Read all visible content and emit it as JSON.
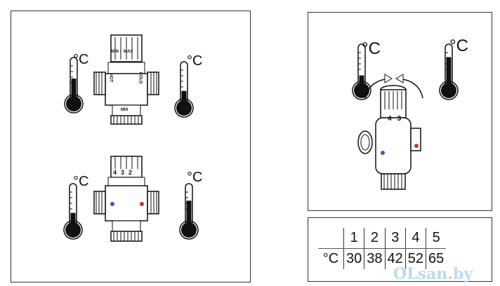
{
  "unit": "°C",
  "valve_labels": {
    "dial": "MIN ◐ MAX",
    "hot": "HOT",
    "cold": "COLD",
    "mix": "MIX"
  },
  "dial_numbers_bottom": [
    "4",
    "3",
    "2"
  ],
  "dial_numbers_right": [
    "4",
    "3"
  ],
  "thermometers": {
    "top_left": 0.55,
    "top_right": 0.35,
    "bottom_left": 0.35,
    "bottom_right": 0.65,
    "right_left": 0.3,
    "right_right": 0.75
  },
  "table": {
    "header": [
      "",
      "1",
      "2",
      "3",
      "4",
      "5"
    ],
    "row": [
      "°C",
      "30",
      "38",
      "42",
      "52",
      "65"
    ]
  },
  "watermark": {
    "main": "OLsan",
    "dot": ".",
    "tld": "by"
  },
  "colors": {
    "hot": "#c0392b",
    "cold": "#3b5bb5"
  }
}
